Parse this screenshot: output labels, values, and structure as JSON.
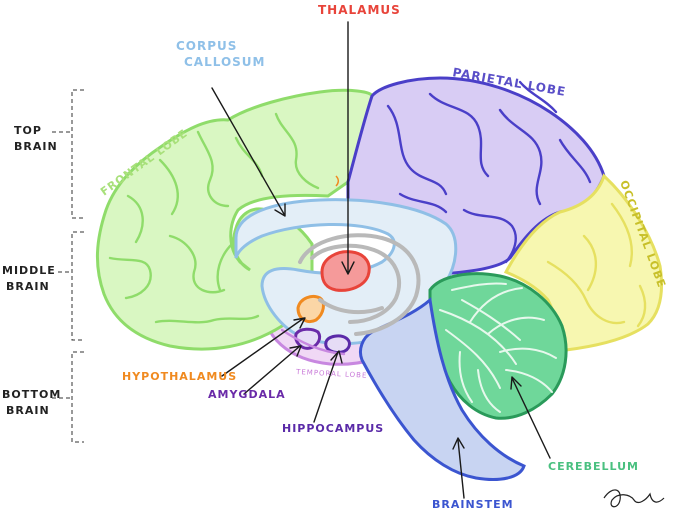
{
  "labels": {
    "thalamus": "THALAMUS",
    "corpus_callosum_line1": "CORPUS",
    "corpus_callosum_line2": "CALLOSUM",
    "parietal_lobe": "PARIETAL LOBE",
    "frontal_lobe": "FRONTAL LOBE",
    "occipital_lobe": "OCCIPITAL LOBE",
    "temporal_lobe": "TEMPORAL LOBE",
    "hypothalamus": "HYPOTHALAMUS",
    "amygdala": "AMYGDALA",
    "hippocampus": "HIPPOCAMPUS",
    "cerebellum": "CEREBELLUM",
    "brainstem": "BRAINSTEM"
  },
  "sections": {
    "top_line1": "TOP",
    "top_line2": "BRAIN",
    "middle_line1": "MIDDLE",
    "middle_line2": "BRAIN",
    "bottom_line1": "BOTTOM",
    "bottom_line2": "BRAIN"
  },
  "colors": {
    "frontal_fill": "#d9f7c2",
    "frontal_stroke": "#8fdc6a",
    "parietal_fill": "#d8ccf4",
    "parietal_stroke": "#4a3fc8",
    "occipital_fill": "#f7f7b0",
    "occipital_stroke": "#e6e060",
    "temporal_fill": "#f0d8f5",
    "temporal_stroke": "#c888e0",
    "corpus_fill": "#e3eef7",
    "corpus_stroke": "#8fbfe6",
    "thalamus": "#e8443a",
    "hypothalamus": "#f08a20",
    "amygdala": "#6a2aa8",
    "hippocampus": "#5a2aa8",
    "cerebellum_fill": "#6fd79a",
    "cerebellum_stroke": "#2a9a5a",
    "brainstem_fill": "#c8d4f2",
    "brainstem_stroke": "#3b55d0",
    "corpus_label": "#8fc0e8",
    "parietal_label": "#5a4fc8",
    "frontal_label": "#a8e07a",
    "occipital_label": "#c8c02a",
    "temporal_label": "#c878d8",
    "cerebellum_label": "#4ac080",
    "brainstem_label": "#3b55d0"
  }
}
